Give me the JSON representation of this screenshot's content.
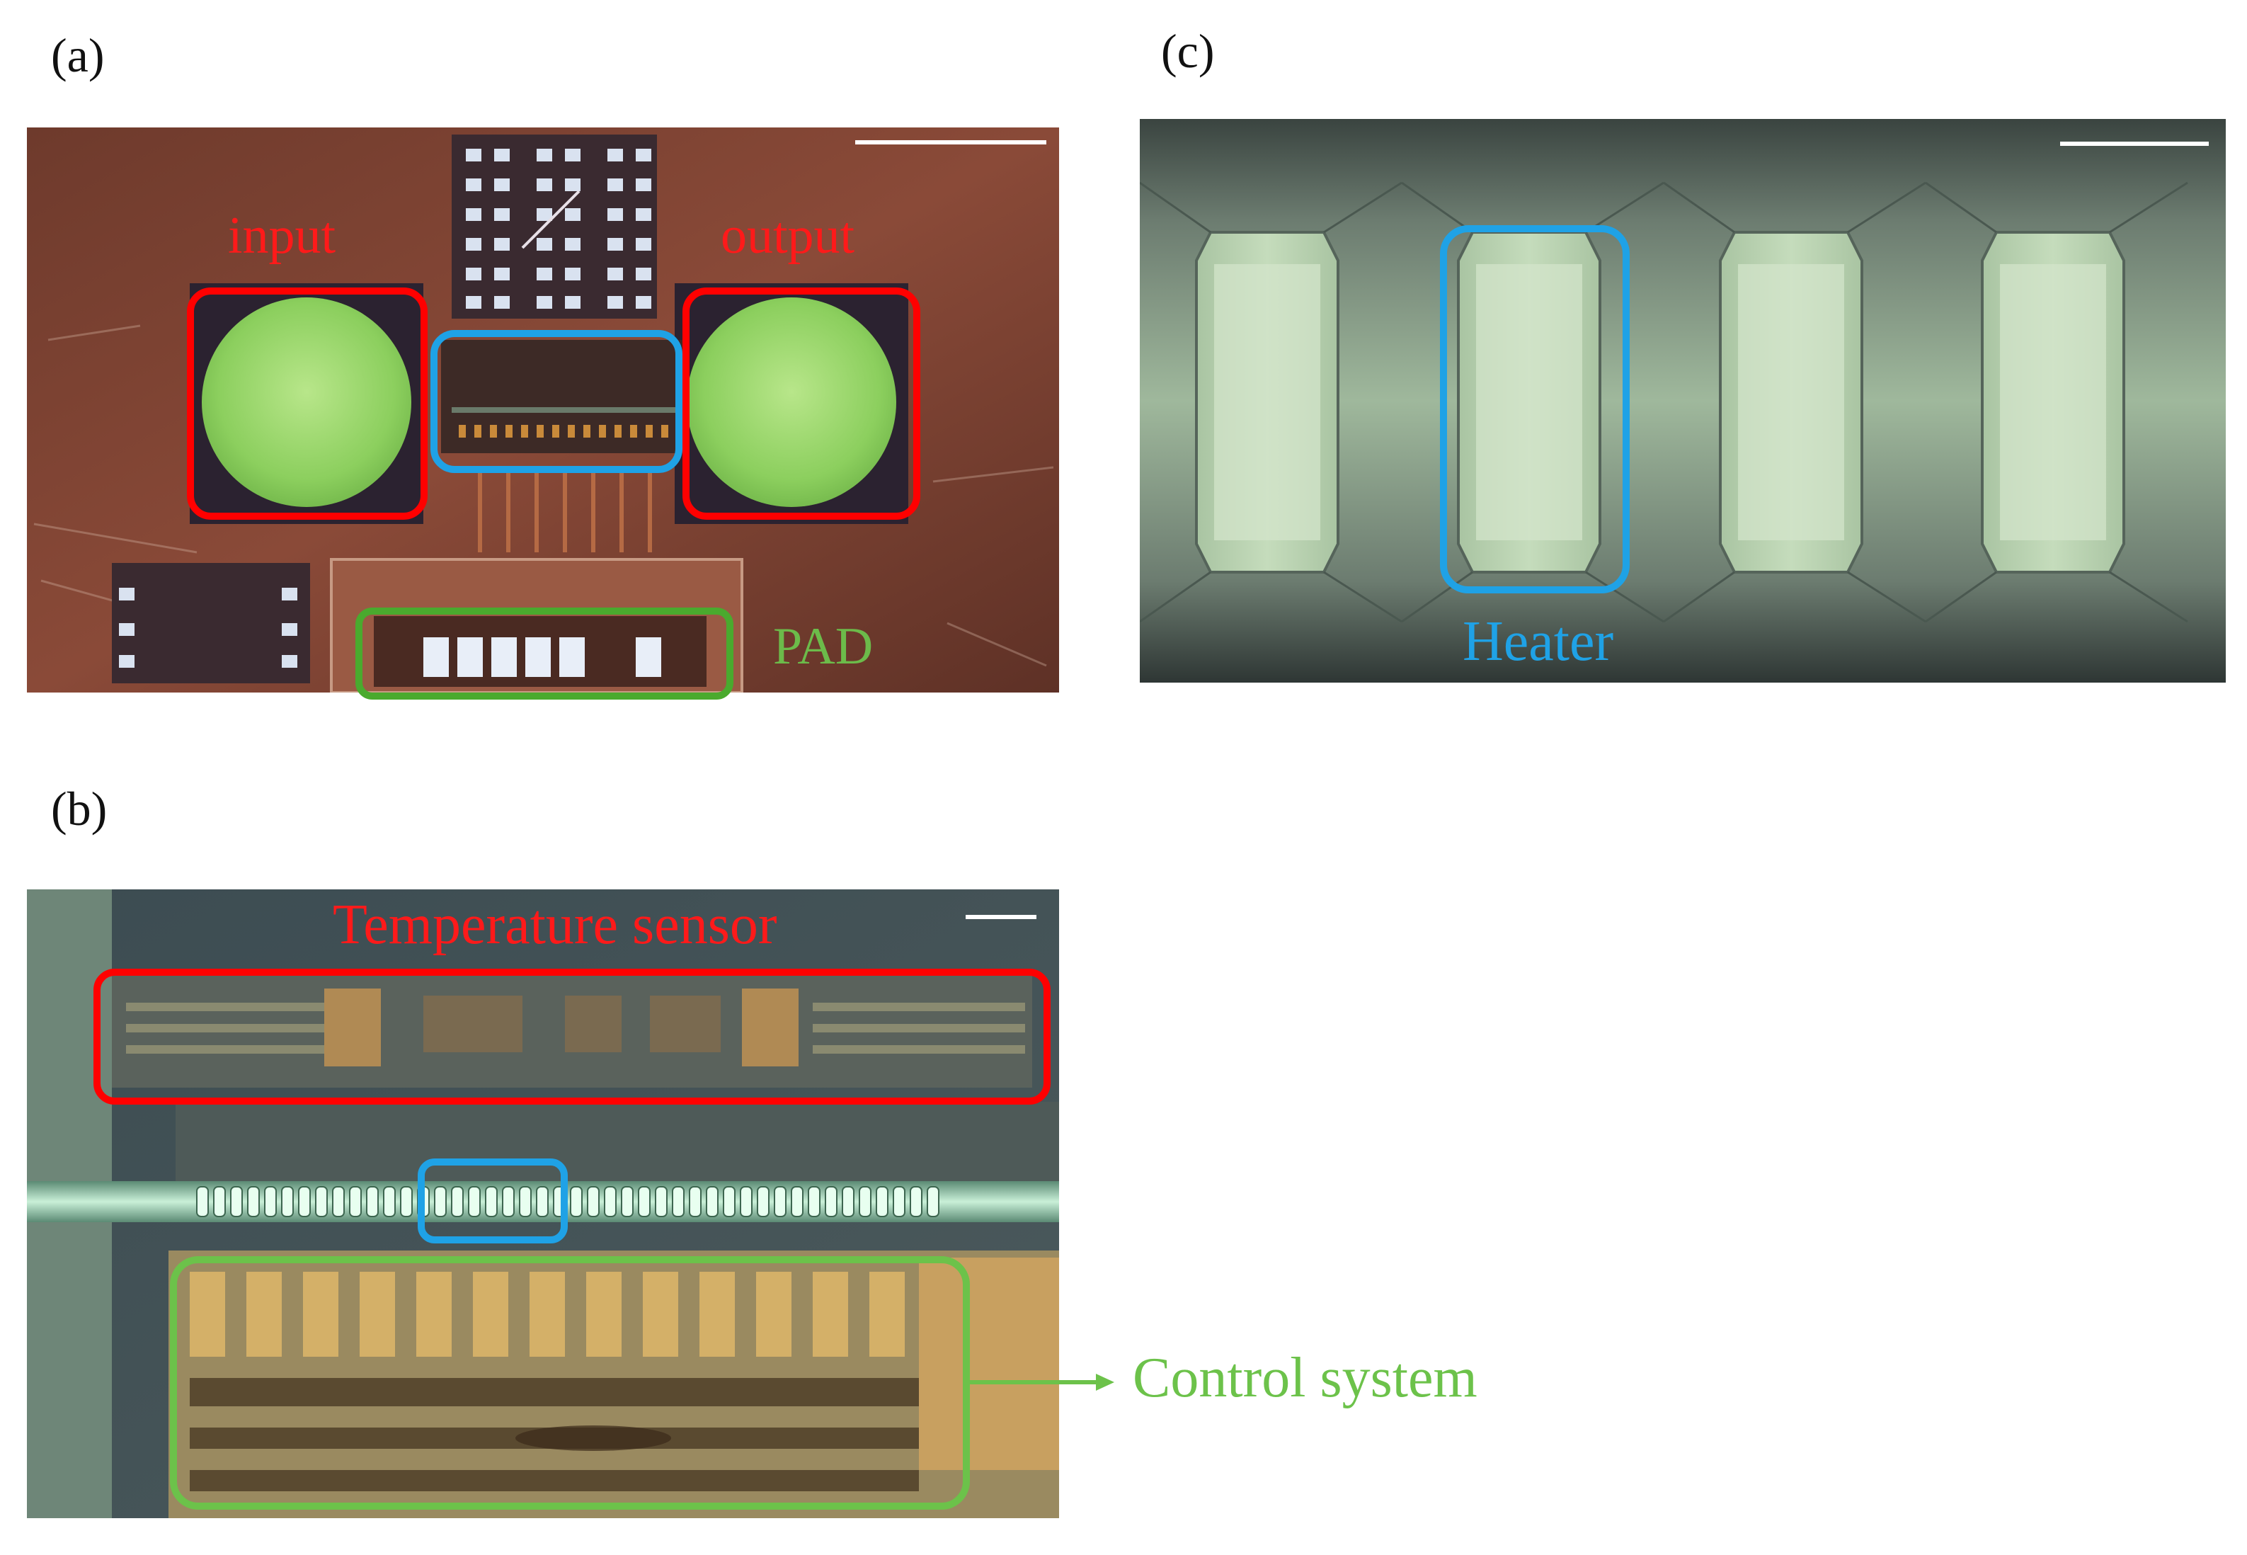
{
  "panels": {
    "a": {
      "label": "(a)",
      "annotations": {
        "input": "input",
        "output": "output",
        "pad": "PAD"
      },
      "colors": {
        "input_box": "#ff0000",
        "output_box": "#ff0000",
        "center_box": "#1fa2e6",
        "pad_box": "#4aaa2e"
      }
    },
    "b": {
      "label": "(b)",
      "annotations": {
        "temperature_sensor": "Temperature sensor",
        "control_system": "Control system"
      },
      "colors": {
        "sensor_box": "#ff0000",
        "heater_box": "#1fa2e6",
        "control_box": "#6cc24a",
        "arrow": "#6cc24a"
      }
    },
    "c": {
      "label": "(c)",
      "annotations": {
        "heater": "Heater"
      },
      "colors": {
        "heater_box": "#1fa2e6"
      }
    }
  }
}
